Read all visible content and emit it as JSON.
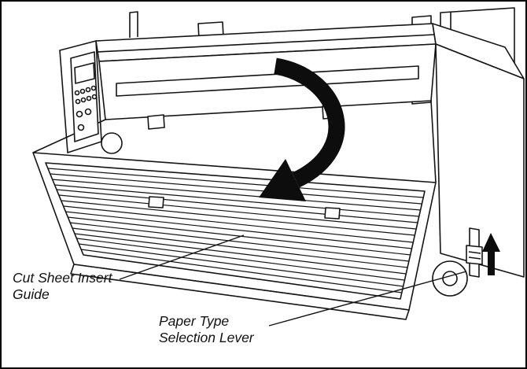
{
  "labels": {
    "cut_sheet_guide": {
      "line1": "Cut Sheet Insert",
      "line2": "Guide"
    },
    "paper_lever": {
      "line1": "Paper Type",
      "line2": "Selection Lever"
    }
  },
  "icons": {
    "fold_down_arrow": "curved-fold-down-arrow",
    "lever_up_arrow": "up-arrow"
  },
  "colors": {
    "line": "#141414",
    "arrow": "#0d0d0d",
    "background": "#ffffff",
    "border": "#000000"
  }
}
